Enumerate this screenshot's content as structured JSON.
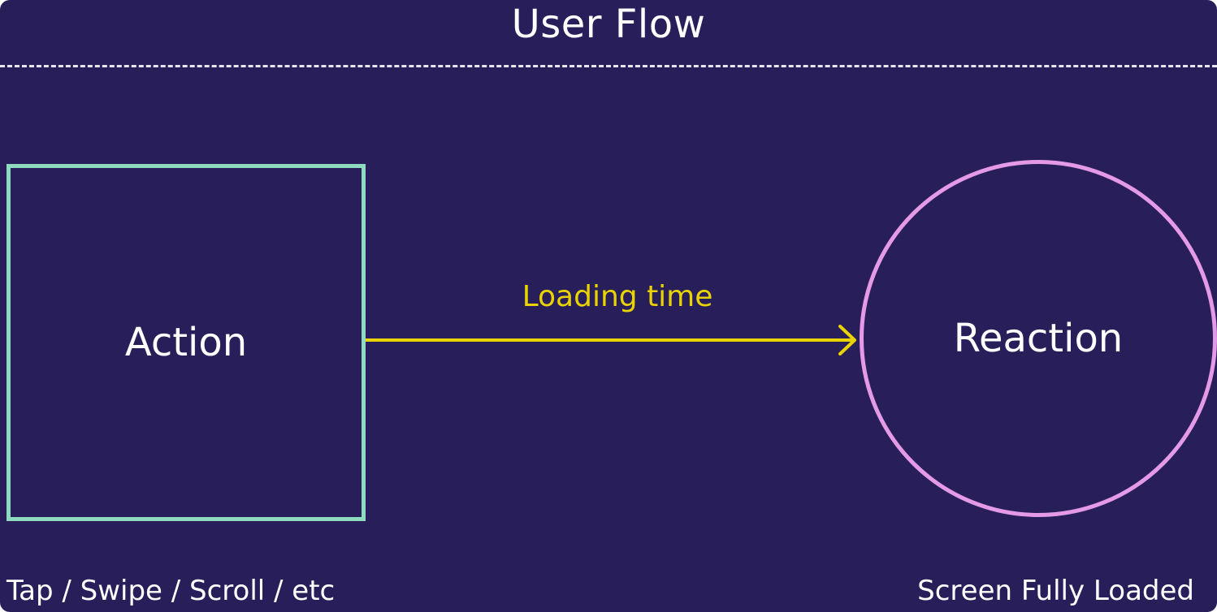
{
  "title": "User Flow",
  "nodes": {
    "action": {
      "label": "Action",
      "border_color": "#8fdbbf"
    },
    "reaction": {
      "label": "Reaction",
      "border_color": "#e59ae8"
    }
  },
  "edge": {
    "label": "Loading time",
    "color": "#e9d300"
  },
  "captions": {
    "left": "Tap / Swipe / Scroll / etc",
    "right": "Screen Fully Loaded"
  },
  "colors": {
    "background": "#281f5a",
    "text": "#ffffff",
    "divider": "#e6e6ee"
  }
}
